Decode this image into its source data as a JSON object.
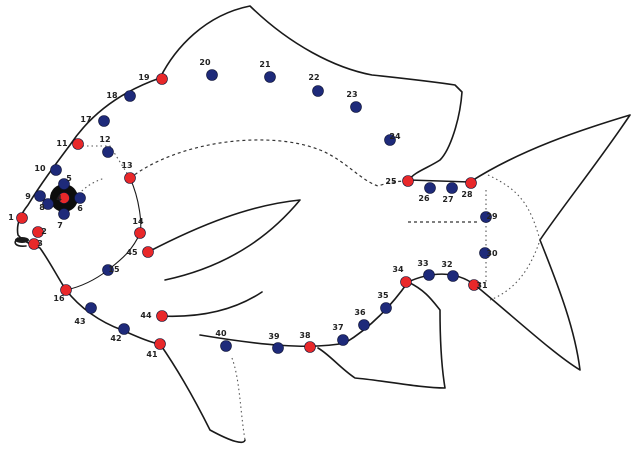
{
  "colors": {
    "red": "#e8282a",
    "blue": "#1e2a7a",
    "outline": "#1a1a1a"
  },
  "landmarks": [
    {
      "id": "1",
      "type": "red"
    },
    {
      "id": "2",
      "type": "red"
    },
    {
      "id": "3",
      "type": "red"
    },
    {
      "id": "4",
      "type": "red"
    },
    {
      "id": "5",
      "type": "blue"
    },
    {
      "id": "6",
      "type": "blue"
    },
    {
      "id": "7",
      "type": "blue"
    },
    {
      "id": "8",
      "type": "blue"
    },
    {
      "id": "9",
      "type": "blue"
    },
    {
      "id": "10",
      "type": "blue"
    },
    {
      "id": "11",
      "type": "red"
    },
    {
      "id": "12",
      "type": "blue"
    },
    {
      "id": "13",
      "type": "red"
    },
    {
      "id": "14",
      "type": "red"
    },
    {
      "id": "15",
      "type": "blue"
    },
    {
      "id": "16",
      "type": "red"
    },
    {
      "id": "17",
      "type": "blue"
    },
    {
      "id": "18",
      "type": "blue"
    },
    {
      "id": "19",
      "type": "red"
    },
    {
      "id": "20",
      "type": "blue"
    },
    {
      "id": "21",
      "type": "blue"
    },
    {
      "id": "22",
      "type": "blue"
    },
    {
      "id": "23",
      "type": "blue"
    },
    {
      "id": "24",
      "type": "blue"
    },
    {
      "id": "25",
      "type": "red"
    },
    {
      "id": "26",
      "type": "blue"
    },
    {
      "id": "27",
      "type": "blue"
    },
    {
      "id": "28",
      "type": "red"
    },
    {
      "id": "29",
      "type": "blue"
    },
    {
      "id": "30",
      "type": "blue"
    },
    {
      "id": "31",
      "type": "red"
    },
    {
      "id": "32",
      "type": "blue"
    },
    {
      "id": "33",
      "type": "blue"
    },
    {
      "id": "34",
      "type": "red"
    },
    {
      "id": "35",
      "type": "blue"
    },
    {
      "id": "36",
      "type": "blue"
    },
    {
      "id": "37",
      "type": "blue"
    },
    {
      "id": "38",
      "type": "red"
    },
    {
      "id": "39",
      "type": "blue"
    },
    {
      "id": "40",
      "type": "blue"
    },
    {
      "id": "41",
      "type": "red"
    },
    {
      "id": "42",
      "type": "blue"
    },
    {
      "id": "43",
      "type": "blue"
    },
    {
      "id": "44",
      "type": "red"
    },
    {
      "id": "45",
      "type": "red"
    }
  ]
}
